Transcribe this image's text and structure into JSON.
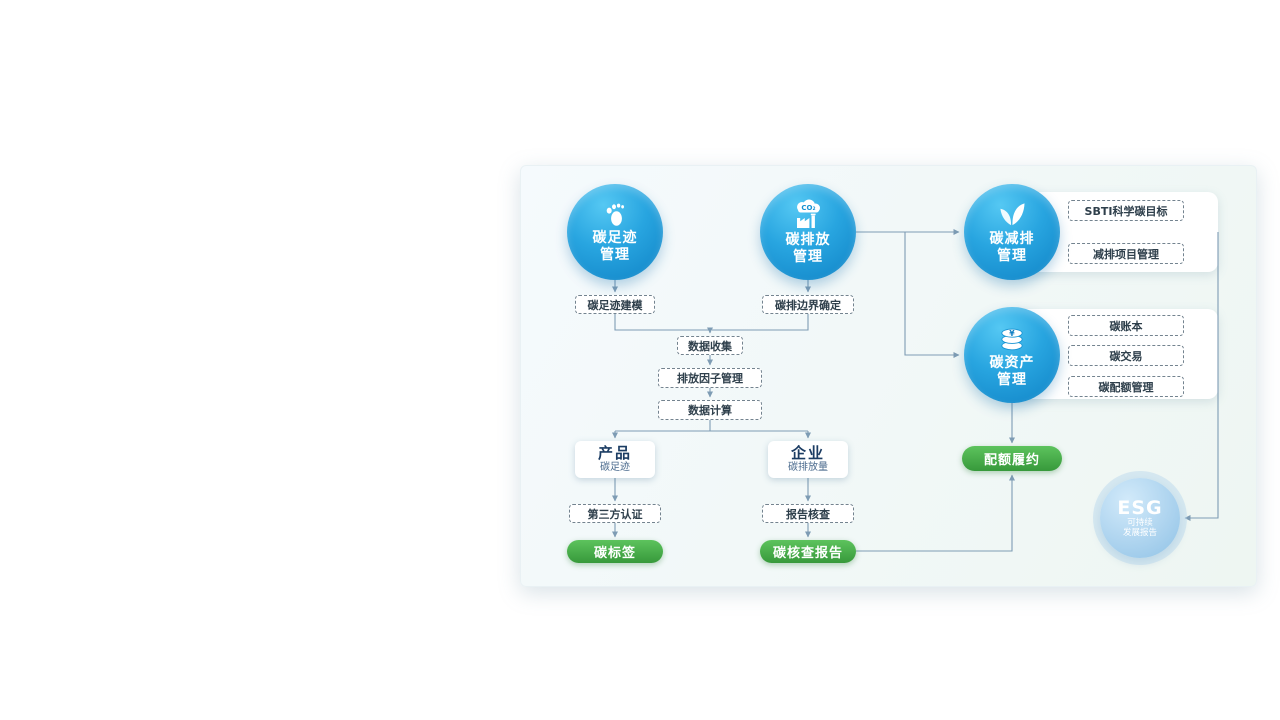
{
  "diagram": {
    "hubs": {
      "footprint": {
        "line1": "碳足迹",
        "line2": "管理",
        "icon": "footprint-icon"
      },
      "emission": {
        "line1": "碳排放",
        "line2": "管理",
        "icon": "co2-cloud-factory-icon",
        "cloud_text": "CO₂"
      },
      "reduction": {
        "line1": "碳减排",
        "line2": "管理",
        "icon": "leaf-icon",
        "items": [
          "SBTI科学碳目标",
          "减排项目管理"
        ]
      },
      "asset": {
        "line1": "碳资产",
        "line2": "管理",
        "icon": "coins-icon",
        "coin_symbol": "¥",
        "items": [
          "碳账本",
          "碳交易",
          "碳配额管理"
        ]
      }
    },
    "steps": {
      "footprint_modeling": "碳足迹建模",
      "boundary_definition": "碳排边界确定",
      "data_collection": "数据收集",
      "emission_factor_mgmt": "排放因子管理",
      "data_calculation": "数据计算",
      "third_party_cert": "第三方认证",
      "report_verification": "报告核查"
    },
    "outputs": {
      "product": {
        "title": "产品",
        "subtitle": "碳足迹"
      },
      "enterprise": {
        "title": "企业",
        "subtitle": "碳排放量"
      },
      "carbon_label": "碳标签",
      "verification_report": "碳核查报告",
      "quota_compliance": "配额履约"
    },
    "esg": {
      "title": "ESG",
      "sub1": "可持续",
      "sub2": "发展报告"
    },
    "colors": {
      "hub_blue": "#1a95d6",
      "hub_blue_dark": "#0f82c5",
      "green": "#43a846",
      "connector": "#7e9cb4",
      "esg_blue": "#9ecdea"
    }
  }
}
